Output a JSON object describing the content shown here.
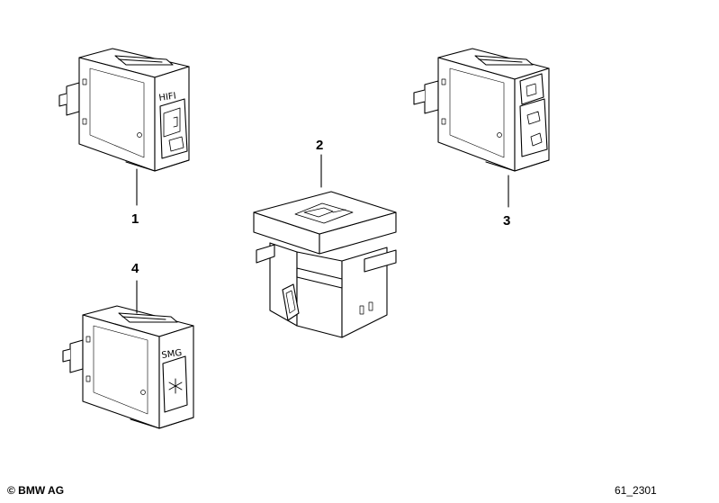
{
  "callouts": {
    "c1": "1",
    "c2": "2",
    "c3": "3",
    "c4": "4"
  },
  "switch_labels": {
    "hifi": "HIFI",
    "smg": "SMG"
  },
  "footer": {
    "copyright": "© BMW AG",
    "diagram_id": "61_2301"
  }
}
